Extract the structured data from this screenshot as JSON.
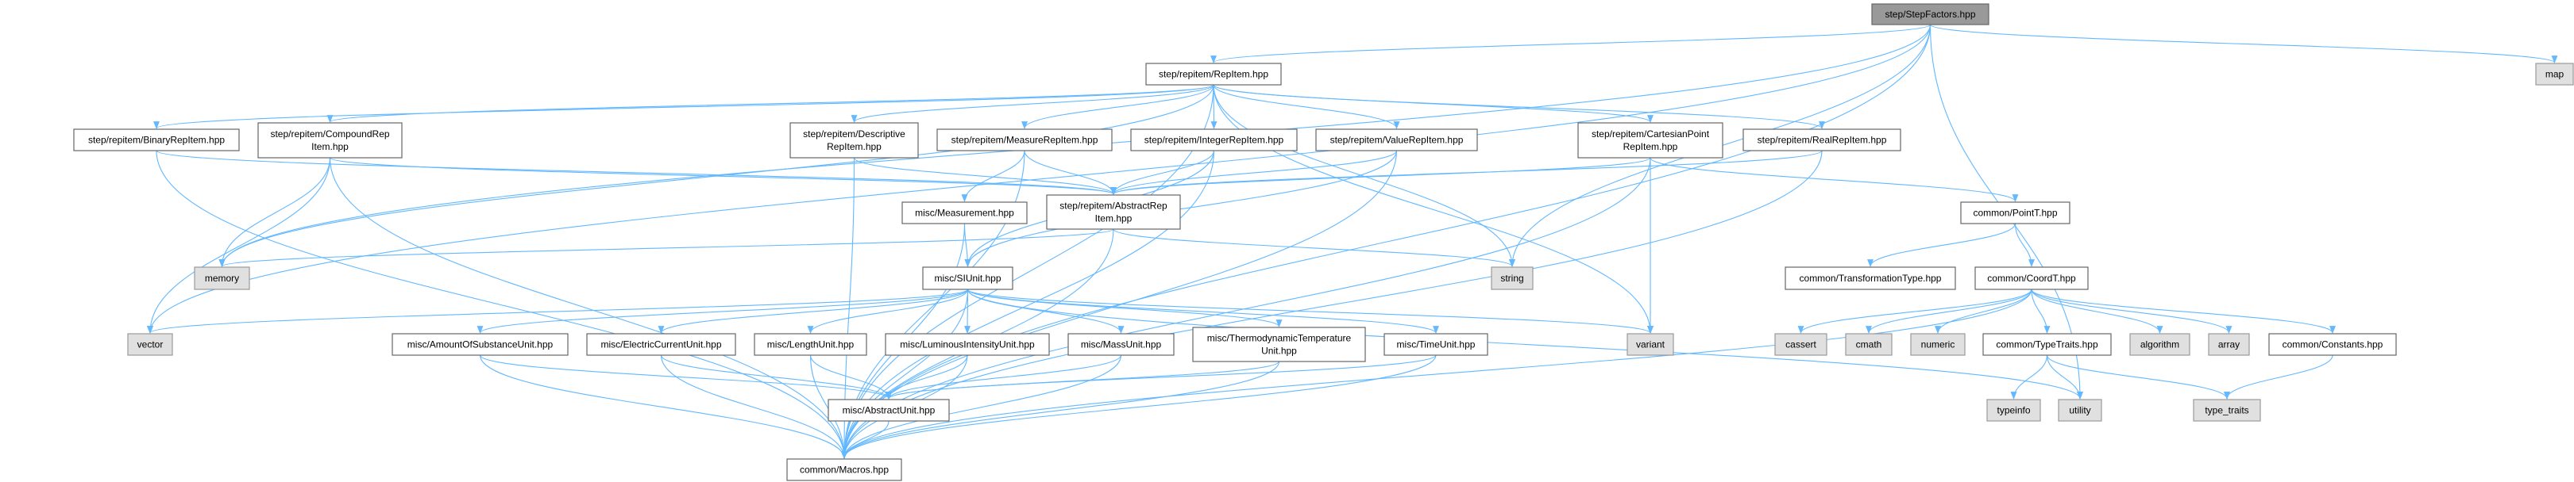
{
  "title": "step/StepFactors.hpp",
  "colors": {
    "edge": "#63b8ff",
    "focus_fill": "#999999",
    "focus_border": "#666666",
    "file_fill": "#ffffff",
    "file_border": "#666666",
    "system_fill": "#e0e0e0",
    "system_border": "#999999"
  },
  "nodes": [
    {
      "id": "stepfactors",
      "lines": [
        "step/StepFactors.hpp"
      ],
      "kind": "focus"
    },
    {
      "id": "map",
      "lines": [
        "map"
      ],
      "kind": "system"
    },
    {
      "id": "repitem",
      "lines": [
        "step/repitem/RepItem.hpp"
      ],
      "kind": "file"
    },
    {
      "id": "binary",
      "lines": [
        "step/repitem/BinaryRepItem.hpp"
      ],
      "kind": "file"
    },
    {
      "id": "compound",
      "lines": [
        "step/repitem/CompoundRep",
        "Item.hpp"
      ],
      "kind": "file"
    },
    {
      "id": "descriptive",
      "lines": [
        "step/repitem/Descriptive",
        "RepItem.hpp"
      ],
      "kind": "file"
    },
    {
      "id": "measurerep",
      "lines": [
        "step/repitem/MeasureRepItem.hpp"
      ],
      "kind": "file"
    },
    {
      "id": "integer",
      "lines": [
        "step/repitem/IntegerRepItem.hpp"
      ],
      "kind": "file"
    },
    {
      "id": "value",
      "lines": [
        "step/repitem/ValueRepItem.hpp"
      ],
      "kind": "file"
    },
    {
      "id": "cartesian",
      "lines": [
        "step/repitem/CartesianPoint",
        "RepItem.hpp"
      ],
      "kind": "file"
    },
    {
      "id": "real",
      "lines": [
        "step/repitem/RealRepItem.hpp"
      ],
      "kind": "file"
    },
    {
      "id": "abstractrep",
      "lines": [
        "step/repitem/AbstractRep",
        "Item.hpp"
      ],
      "kind": "file"
    },
    {
      "id": "measurement",
      "lines": [
        "misc/Measurement.hpp"
      ],
      "kind": "file"
    },
    {
      "id": "memory",
      "lines": [
        "memory"
      ],
      "kind": "system"
    },
    {
      "id": "string",
      "lines": [
        "string"
      ],
      "kind": "system"
    },
    {
      "id": "pointt",
      "lines": [
        "common/PointT.hpp"
      ],
      "kind": "file"
    },
    {
      "id": "siunit",
      "lines": [
        "misc/SIUnit.hpp"
      ],
      "kind": "file"
    },
    {
      "id": "transformation",
      "lines": [
        "common/TransformationType.hpp"
      ],
      "kind": "file"
    },
    {
      "id": "coordt",
      "lines": [
        "common/CoordT.hpp"
      ],
      "kind": "file"
    },
    {
      "id": "vector",
      "lines": [
        "vector"
      ],
      "kind": "system"
    },
    {
      "id": "amount",
      "lines": [
        "misc/AmountOfSubstanceUnit.hpp"
      ],
      "kind": "file"
    },
    {
      "id": "electric",
      "lines": [
        "misc/ElectricCurrentUnit.hpp"
      ],
      "kind": "file"
    },
    {
      "id": "length",
      "lines": [
        "misc/LengthUnit.hpp"
      ],
      "kind": "file"
    },
    {
      "id": "luminous",
      "lines": [
        "misc/LuminousIntensityUnit.hpp"
      ],
      "kind": "file"
    },
    {
      "id": "mass",
      "lines": [
        "misc/MassUnit.hpp"
      ],
      "kind": "file"
    },
    {
      "id": "thermo",
      "lines": [
        "misc/ThermodynamicTemperature",
        "Unit.hpp"
      ],
      "kind": "file"
    },
    {
      "id": "time",
      "lines": [
        "misc/TimeUnit.hpp"
      ],
      "kind": "file"
    },
    {
      "id": "variant",
      "lines": [
        "variant"
      ],
      "kind": "system"
    },
    {
      "id": "cassert",
      "lines": [
        "cassert"
      ],
      "kind": "system"
    },
    {
      "id": "cmath",
      "lines": [
        "cmath"
      ],
      "kind": "system"
    },
    {
      "id": "numeric",
      "lines": [
        "numeric"
      ],
      "kind": "system"
    },
    {
      "id": "typetraits",
      "lines": [
        "common/TypeTraits.hpp"
      ],
      "kind": "file"
    },
    {
      "id": "algorithm",
      "lines": [
        "algorithm"
      ],
      "kind": "system"
    },
    {
      "id": "array",
      "lines": [
        "array"
      ],
      "kind": "system"
    },
    {
      "id": "constants",
      "lines": [
        "common/Constants.hpp"
      ],
      "kind": "file"
    },
    {
      "id": "abstractunit",
      "lines": [
        "misc/AbstractUnit.hpp"
      ],
      "kind": "file"
    },
    {
      "id": "typeinfo",
      "lines": [
        "typeinfo"
      ],
      "kind": "system"
    },
    {
      "id": "utility",
      "lines": [
        "utility"
      ],
      "kind": "system"
    },
    {
      "id": "type_traits",
      "lines": [
        "type_traits"
      ],
      "kind": "system"
    },
    {
      "id": "macros",
      "lines": [
        "common/Macros.hpp"
      ],
      "kind": "file"
    }
  ],
  "edges": [
    [
      "stepfactors",
      "repitem"
    ],
    [
      "stepfactors",
      "map"
    ],
    [
      "stepfactors",
      "memory"
    ],
    [
      "stepfactors",
      "vector"
    ],
    [
      "stepfactors",
      "string"
    ],
    [
      "stepfactors",
      "macros"
    ],
    [
      "stepfactors",
      "utility"
    ],
    [
      "repitem",
      "binary"
    ],
    [
      "repitem",
      "compound"
    ],
    [
      "repitem",
      "descriptive"
    ],
    [
      "repitem",
      "measurerep"
    ],
    [
      "repitem",
      "integer"
    ],
    [
      "repitem",
      "value"
    ],
    [
      "repitem",
      "cartesian"
    ],
    [
      "repitem",
      "real"
    ],
    [
      "repitem",
      "memory"
    ],
    [
      "repitem",
      "string"
    ],
    [
      "repitem",
      "variant"
    ],
    [
      "repitem",
      "macros"
    ],
    [
      "binary",
      "abstractrep"
    ],
    [
      "binary",
      "macros"
    ],
    [
      "compound",
      "abstractrep"
    ],
    [
      "compound",
      "memory"
    ],
    [
      "compound",
      "vector"
    ],
    [
      "compound",
      "macros"
    ],
    [
      "descriptive",
      "abstractrep"
    ],
    [
      "descriptive",
      "macros"
    ],
    [
      "measurerep",
      "abstractrep"
    ],
    [
      "measurerep",
      "measurement"
    ],
    [
      "measurerep",
      "macros"
    ],
    [
      "integer",
      "abstractrep"
    ],
    [
      "integer",
      "siunit"
    ],
    [
      "integer",
      "macros"
    ],
    [
      "value",
      "abstractrep"
    ],
    [
      "value",
      "siunit"
    ],
    [
      "value",
      "macros"
    ],
    [
      "cartesian",
      "abstractrep"
    ],
    [
      "cartesian",
      "pointt"
    ],
    [
      "cartesian",
      "variant"
    ],
    [
      "cartesian",
      "macros"
    ],
    [
      "real",
      "abstractrep"
    ],
    [
      "real",
      "macros"
    ],
    [
      "abstractrep",
      "memory"
    ],
    [
      "abstractrep",
      "string"
    ],
    [
      "abstractrep",
      "macros"
    ],
    [
      "measurement",
      "siunit"
    ],
    [
      "measurement",
      "macros"
    ],
    [
      "siunit",
      "vector"
    ],
    [
      "siunit",
      "amount"
    ],
    [
      "siunit",
      "electric"
    ],
    [
      "siunit",
      "length"
    ],
    [
      "siunit",
      "luminous"
    ],
    [
      "siunit",
      "mass"
    ],
    [
      "siunit",
      "thermo"
    ],
    [
      "siunit",
      "time"
    ],
    [
      "siunit",
      "variant"
    ],
    [
      "siunit",
      "utility"
    ],
    [
      "siunit",
      "macros"
    ],
    [
      "amount",
      "abstractunit"
    ],
    [
      "amount",
      "macros"
    ],
    [
      "electric",
      "abstractunit"
    ],
    [
      "electric",
      "macros"
    ],
    [
      "length",
      "abstractunit"
    ],
    [
      "length",
      "macros"
    ],
    [
      "luminous",
      "abstractunit"
    ],
    [
      "luminous",
      "macros"
    ],
    [
      "mass",
      "abstractunit"
    ],
    [
      "mass",
      "macros"
    ],
    [
      "thermo",
      "abstractunit"
    ],
    [
      "thermo",
      "macros"
    ],
    [
      "time",
      "abstractunit"
    ],
    [
      "time",
      "macros"
    ],
    [
      "abstractunit",
      "macros"
    ],
    [
      "pointt",
      "transformation"
    ],
    [
      "pointt",
      "coordt"
    ],
    [
      "coordt",
      "cassert"
    ],
    [
      "coordt",
      "cmath"
    ],
    [
      "coordt",
      "numeric"
    ],
    [
      "coordt",
      "typetraits"
    ],
    [
      "coordt",
      "algorithm"
    ],
    [
      "coordt",
      "array"
    ],
    [
      "coordt",
      "constants"
    ],
    [
      "coordt",
      "macros"
    ],
    [
      "typetraits",
      "typeinfo"
    ],
    [
      "typetraits",
      "utility"
    ],
    [
      "typetraits",
      "type_traits"
    ],
    [
      "constants",
      "type_traits"
    ]
  ]
}
